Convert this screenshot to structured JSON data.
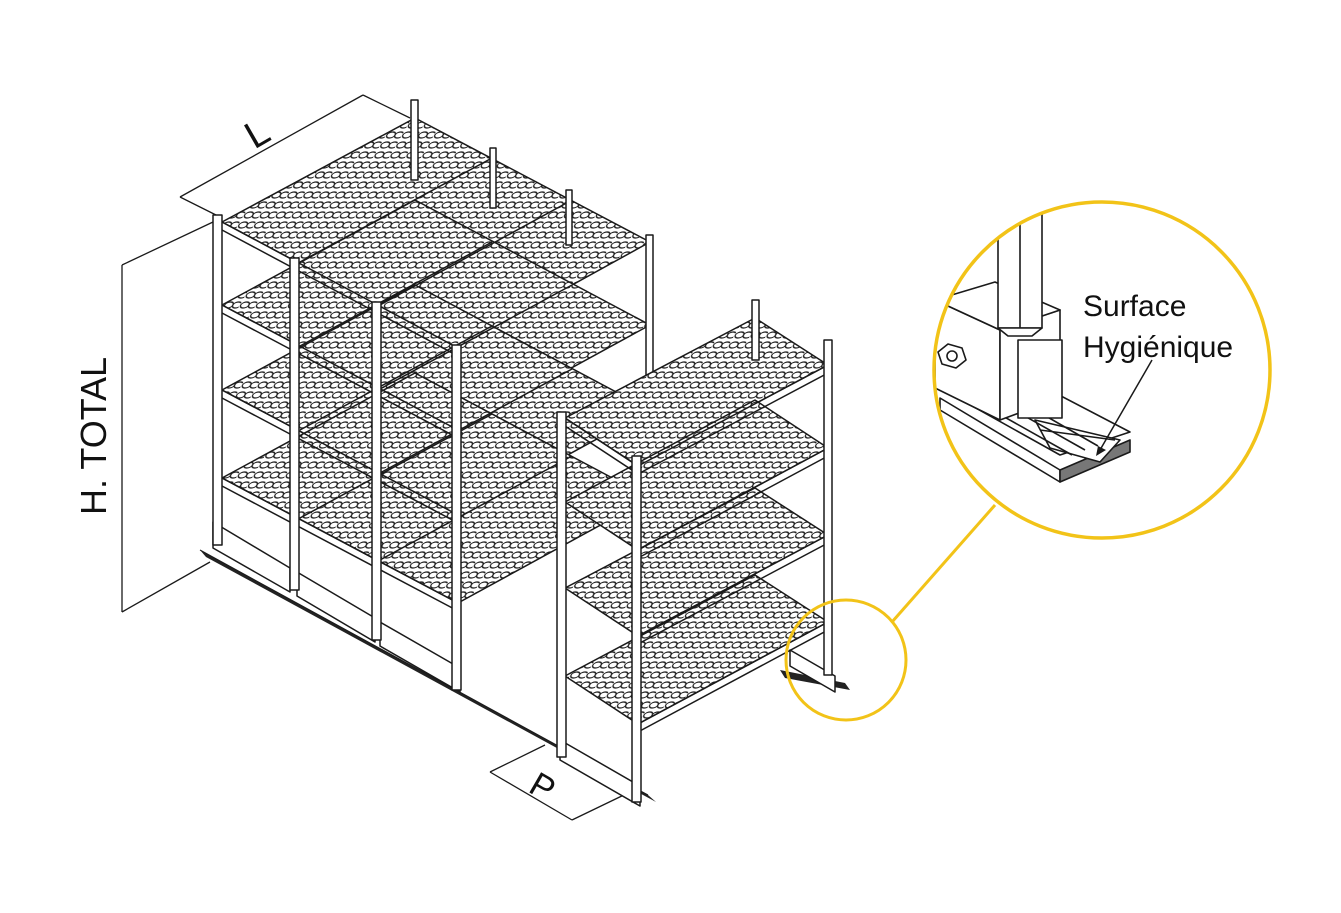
{
  "diagram": {
    "labels": {
      "width": "L",
      "height": "H. TOTAL",
      "depth": "P",
      "callout_line1": "Surface",
      "callout_line2": "Hygiénique"
    },
    "colors": {
      "line": "#1a1a1a",
      "callout": "#f2c318",
      "shelf_fill": "#ffffff",
      "shadow": "#555555"
    }
  }
}
